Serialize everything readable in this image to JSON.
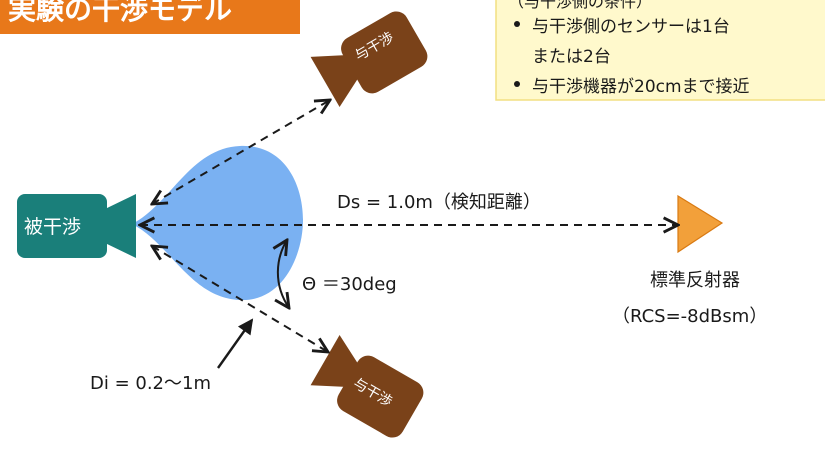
{
  "colors": {
    "title_bg": "#e8781a",
    "note_bg": "#fff9cc",
    "note_border": "#f2df82",
    "beam": "#7ab1f2",
    "victim": "#1a7f7a",
    "interferer": "#7a4219",
    "reflector": "#f2a03a",
    "arrow": "#1a1a1a"
  },
  "title": "実験の干渉モデル",
  "conditions": {
    "heading": "（与干渉側の条件）",
    "items": [
      "与干渉側のセンサーは1台",
      "または2台",
      "与干渉機器が20cmまで接近"
    ]
  },
  "victim": {
    "label": "被干渉"
  },
  "interferers": [
    {
      "label": "与干渉",
      "icon": "camera-icon"
    },
    {
      "label": "与干渉",
      "icon": "camera-icon"
    }
  ],
  "labels": {
    "ds": "Ds = 1.0m（検知距離）",
    "theta": "Θ ＝30deg",
    "di": "Di = 0.2〜1m"
  },
  "reflector": {
    "name": "標準反射器",
    "rcs": "（RCS=-8dBsm）",
    "icon": "triangle-icon"
  }
}
